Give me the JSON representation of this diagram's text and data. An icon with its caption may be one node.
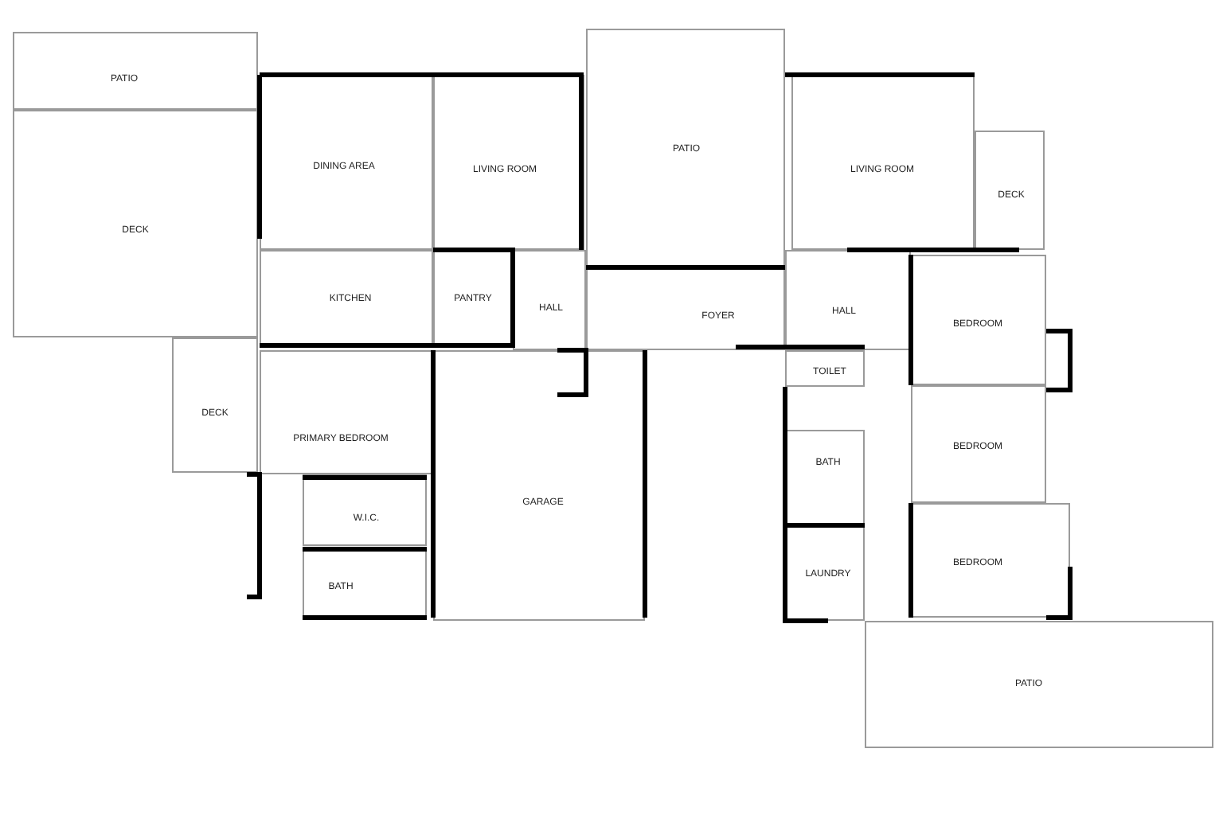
{
  "diagram": {
    "nodes": [
      {
        "text": [
          "PATIO"
        ]
      },
      {
        "text": [
          "PATIO"
        ]
      },
      {
        "text": [
          "DINING AREA"
        ]
      },
      {
        "text": [
          "LIVING ROOM"
        ]
      },
      {
        "text": [
          "LIVING ROOM"
        ]
      },
      {
        "text": [
          "DECK"
        ]
      },
      {
        "text": [
          "DECK"
        ]
      },
      {
        "text": [
          "KITCHEN"
        ]
      },
      {
        "text": [
          "PANTRY"
        ]
      },
      {
        "text": [
          "HALL"
        ]
      },
      {
        "text": [
          "FOYER"
        ]
      },
      {
        "text": [
          "HALL"
        ]
      },
      {
        "text": [
          "BEDROOM"
        ]
      },
      {
        "text": [
          "TOILET"
        ]
      },
      {
        "text": [
          "DECK"
        ]
      },
      {
        "text": [
          "PRIMARY BEDROOM"
        ]
      },
      {
        "text": [
          "BEDROOM"
        ]
      },
      {
        "text": [
          "GARAGE"
        ]
      },
      {
        "text": [
          "BATH"
        ]
      },
      {
        "text": [
          "W.I.C."
        ]
      },
      {
        "text": [
          "LAUNDRY"
        ]
      },
      {
        "text": [
          "BEDROOM"
        ]
      },
      {
        "text": [
          "BATH"
        ]
      },
      {
        "text": [
          "PATIO"
        ]
      }
    ]
  }
}
